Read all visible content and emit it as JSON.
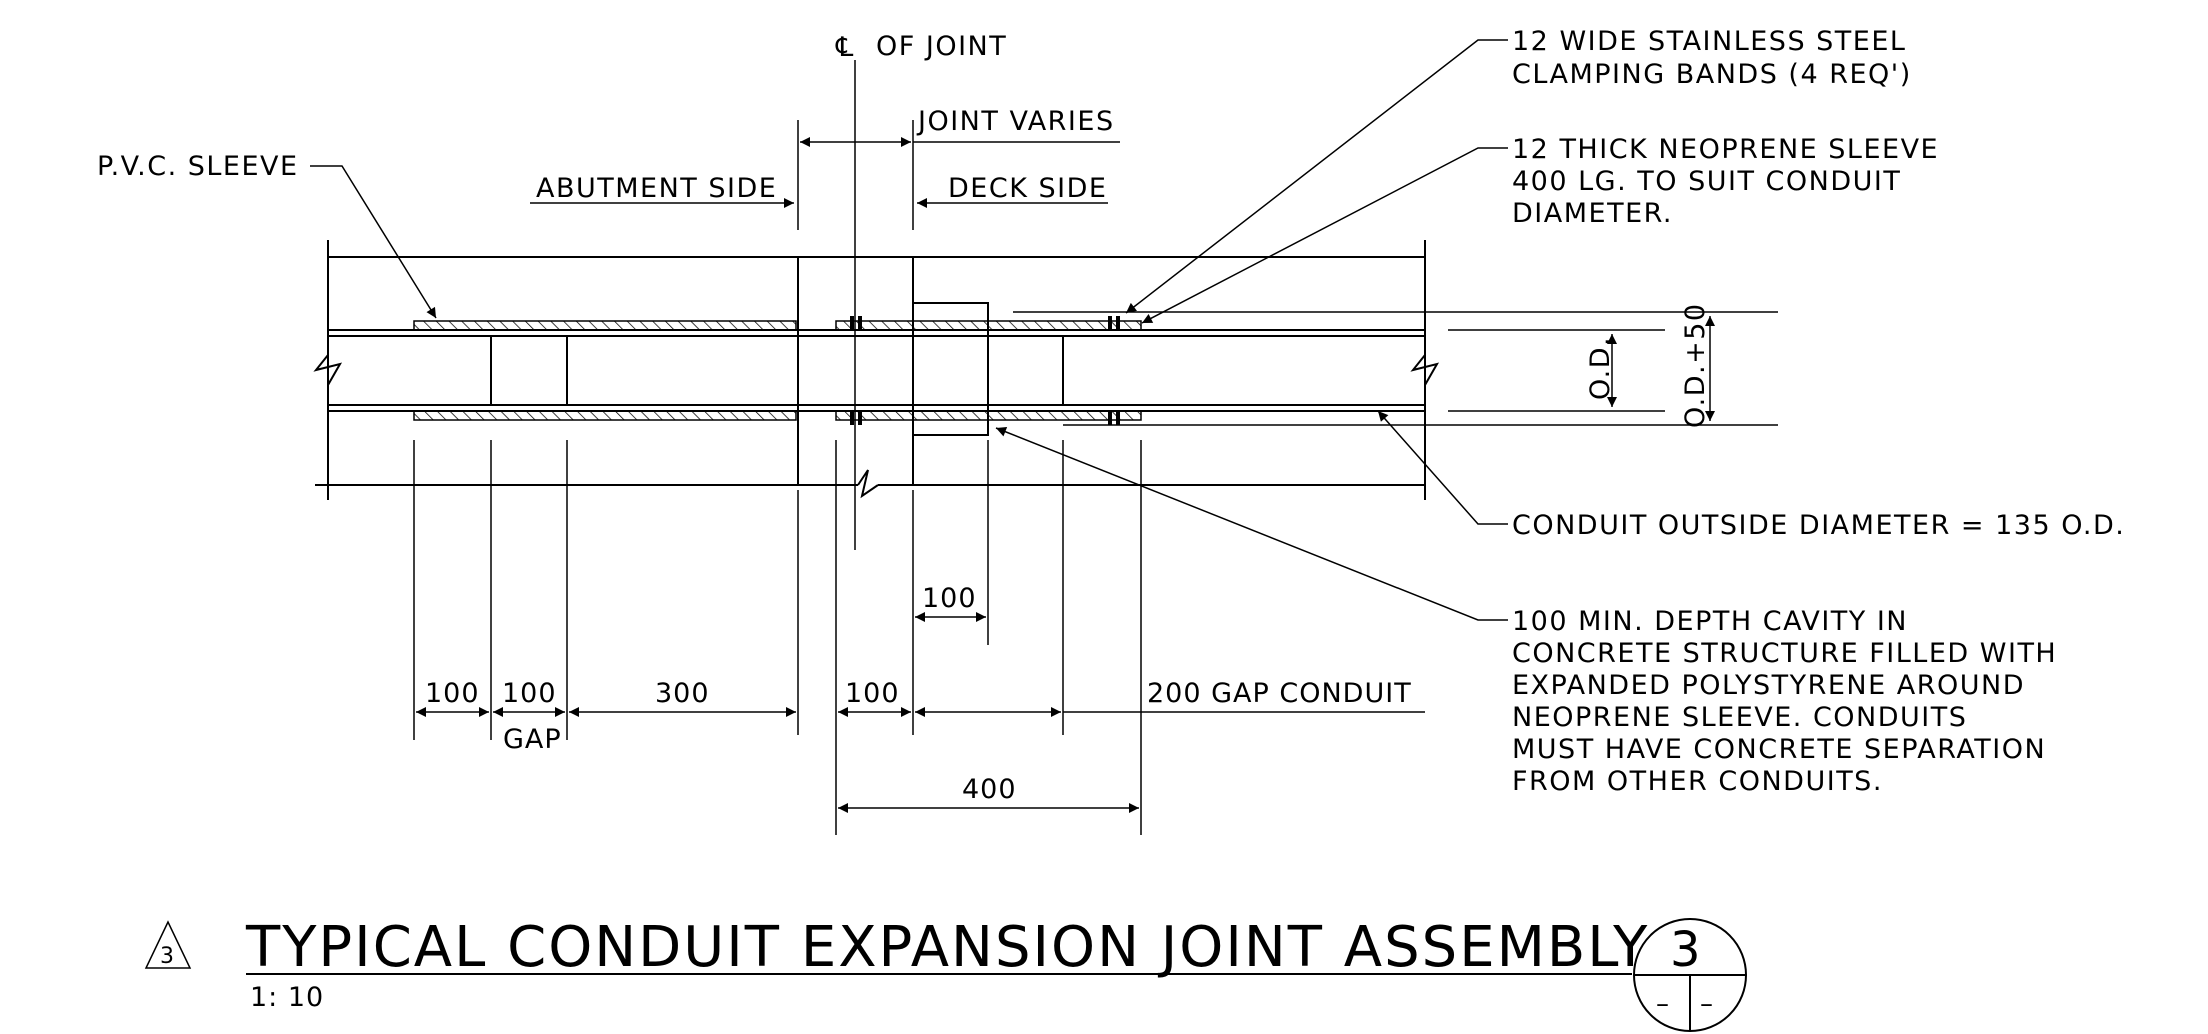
{
  "drawing": {
    "title": "TYPICAL CONDUIT EXPANSION JOINT ASSEMBLY",
    "scale": "1: 10",
    "detail_number": "3",
    "revision_mark": "3",
    "bubble_sheet_left": "–",
    "bubble_sheet_right": "–"
  },
  "labels": {
    "centerline_symbol": "℄",
    "centerline_text": "OF JOINT",
    "joint_varies": "JOINT VARIES",
    "abutment_side": "ABUTMENT SIDE",
    "deck_side": "DECK SIDE",
    "pvc_sleeve": "P.V.C. SLEEVE",
    "od": "O.D.",
    "od_plus_50": "O.D.+50"
  },
  "notes": {
    "clamping_bands": [
      "12 WIDE STAINLESS STEEL",
      "CLAMPING BANDS (4 REQ')"
    ],
    "neoprene_sleeve": [
      "12 THICK NEOPRENE SLEEVE",
      "400 LG. TO SUIT CONDUIT",
      "DIAMETER."
    ],
    "conduit_od": "CONDUIT OUTSIDE DIAMETER = 135 O.D.",
    "cavity": [
      "100 MIN. DEPTH CAVITY IN",
      "CONCRETE STRUCTURE FILLED WITH",
      "EXPANDED POLYSTYRENE AROUND",
      "NEOPRENE SLEEVE.  CONDUITS",
      "MUST HAVE CONCRETE SEPARATION",
      "FROM OTHER CONDUITS."
    ]
  },
  "dimensions": {
    "d1": "100",
    "d2": "100",
    "gap": "GAP",
    "d3": "300",
    "d4": "100",
    "d5_gap_conduit": "200 GAP CONDUIT",
    "d6_cavity": "100",
    "d7_total": "400"
  }
}
